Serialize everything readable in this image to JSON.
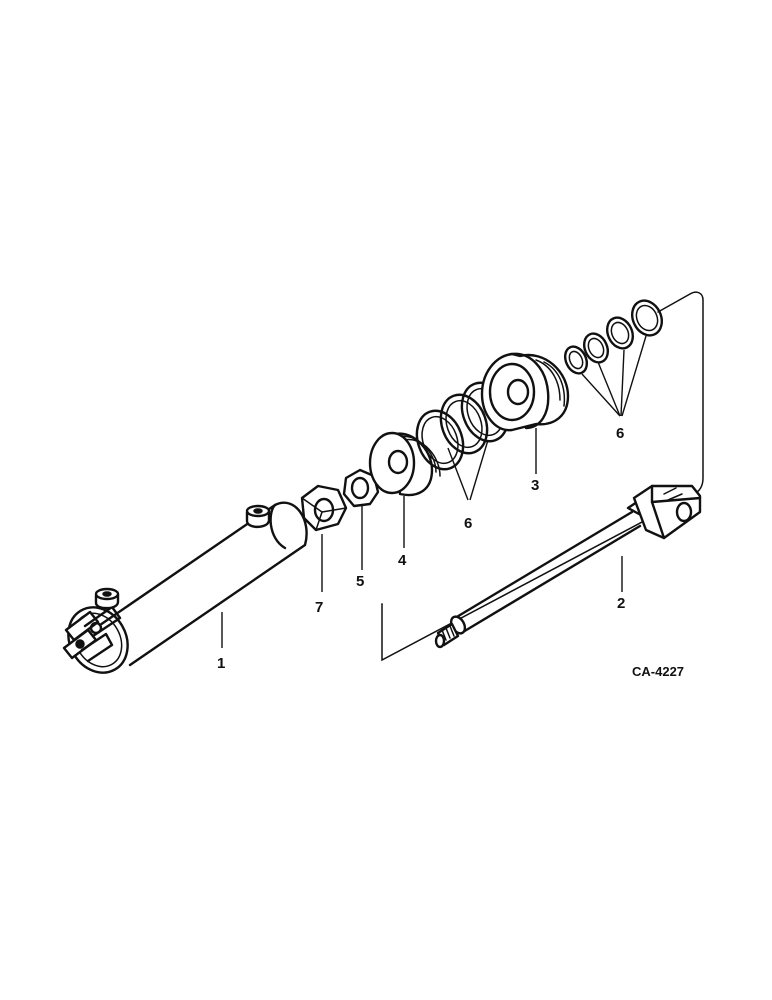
{
  "callouts": {
    "c1": "1",
    "c2": "2",
    "c3": "3",
    "c4": "4",
    "c5": "5",
    "c6a": "6",
    "c6b": "6",
    "c7": "7"
  },
  "drawing_code": "CA-4227"
}
